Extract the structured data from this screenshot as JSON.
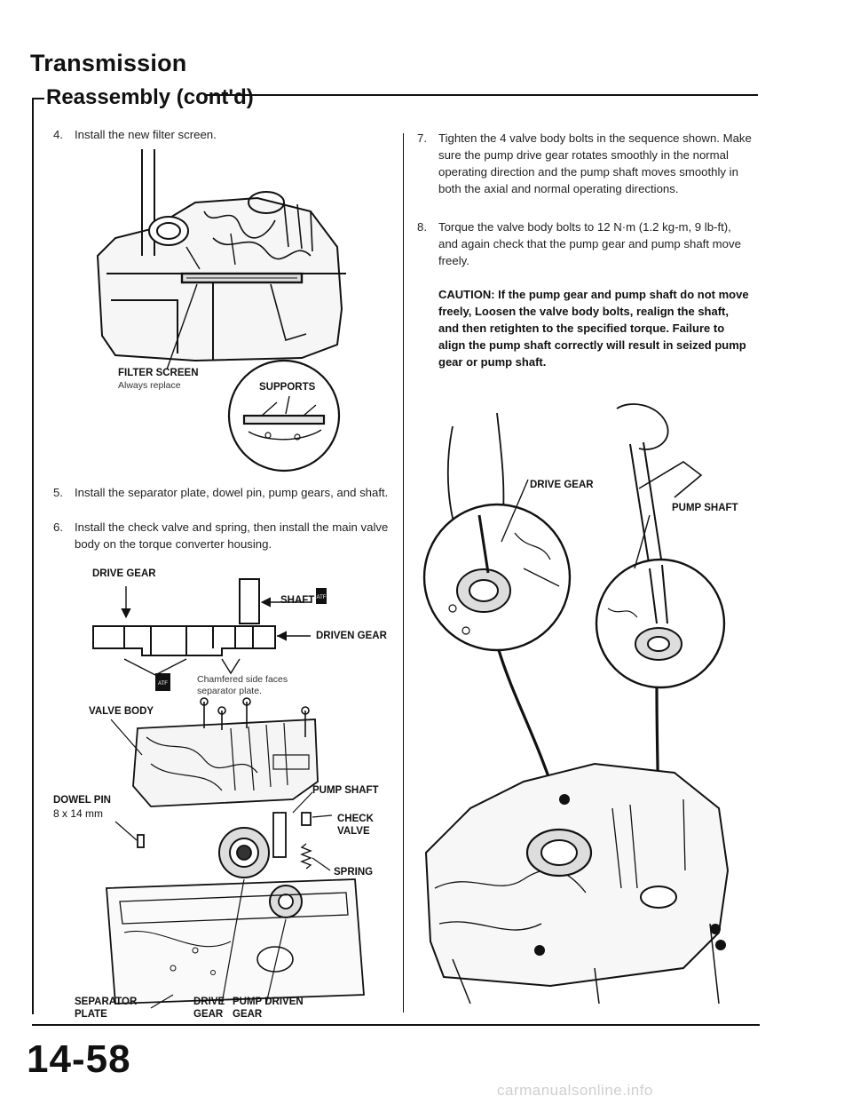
{
  "header": {
    "title": "Transmission",
    "section": "Reassembly (cont'd)"
  },
  "steps": {
    "s4": {
      "num": "4.",
      "text": "Install the new filter screen."
    },
    "s5": {
      "num": "5.",
      "text": "Install the separator plate, dowel pin, pump gears, and shaft."
    },
    "s6": {
      "num": "6.",
      "text": "Install the check valve and spring, then install the main valve body on the torque converter housing."
    },
    "s7": {
      "num": "7.",
      "text": "Tighten the 4 valve body bolts in the sequence shown. Make sure the pump drive gear rotates smoothly in the normal operating direction and the pump shaft moves smoothly in both the axial and normal operating directions."
    },
    "s8": {
      "num": "8.",
      "text": "Torque the valve body bolts to 12 N·m (1.2 kg-m, 9 lb-ft), and again check that the pump gear and pump shaft move freely."
    }
  },
  "caution": "CAUTION: If the pump gear and pump shaft do not move freely, Loosen the valve body bolts, realign the shaft, and then retighten to the specified torque. Failure to align the pump shaft correctly will result in seized pump gear or pump shaft.",
  "figure1": {
    "filter_screen": "FILTER SCREEN",
    "always_replace": "Always replace",
    "supports": "SUPPORTS"
  },
  "figure2": {
    "drive_gear": "DRIVE GEAR",
    "shaft": "SHAFT",
    "driven_gear": "DRIVEN GEAR",
    "chamfered_1": "Chamfered side faces",
    "chamfered_2": "separator plate.",
    "atf_badge": "ATF"
  },
  "figure3": {
    "valve_body": "VALVE BODY",
    "dowel_pin": "DOWEL PIN",
    "dowel_size": "8 x 14 mm",
    "pump_shaft": "PUMP SHAFT",
    "check": "CHECK",
    "valve": "VALVE",
    "spring": "SPRING",
    "separator": "SEPARATOR",
    "plate": "PLATE",
    "drive": "DRIVE",
    "gear1": "GEAR",
    "pump_driven": "PUMP DRIVEN",
    "gear2": "GEAR"
  },
  "figure4": {
    "drive_gear": "DRIVE GEAR",
    "pump_shaft": "PUMP SHAFT"
  },
  "footer": {
    "page_number": "14-58",
    "watermark": "carmanualsonline.info"
  }
}
